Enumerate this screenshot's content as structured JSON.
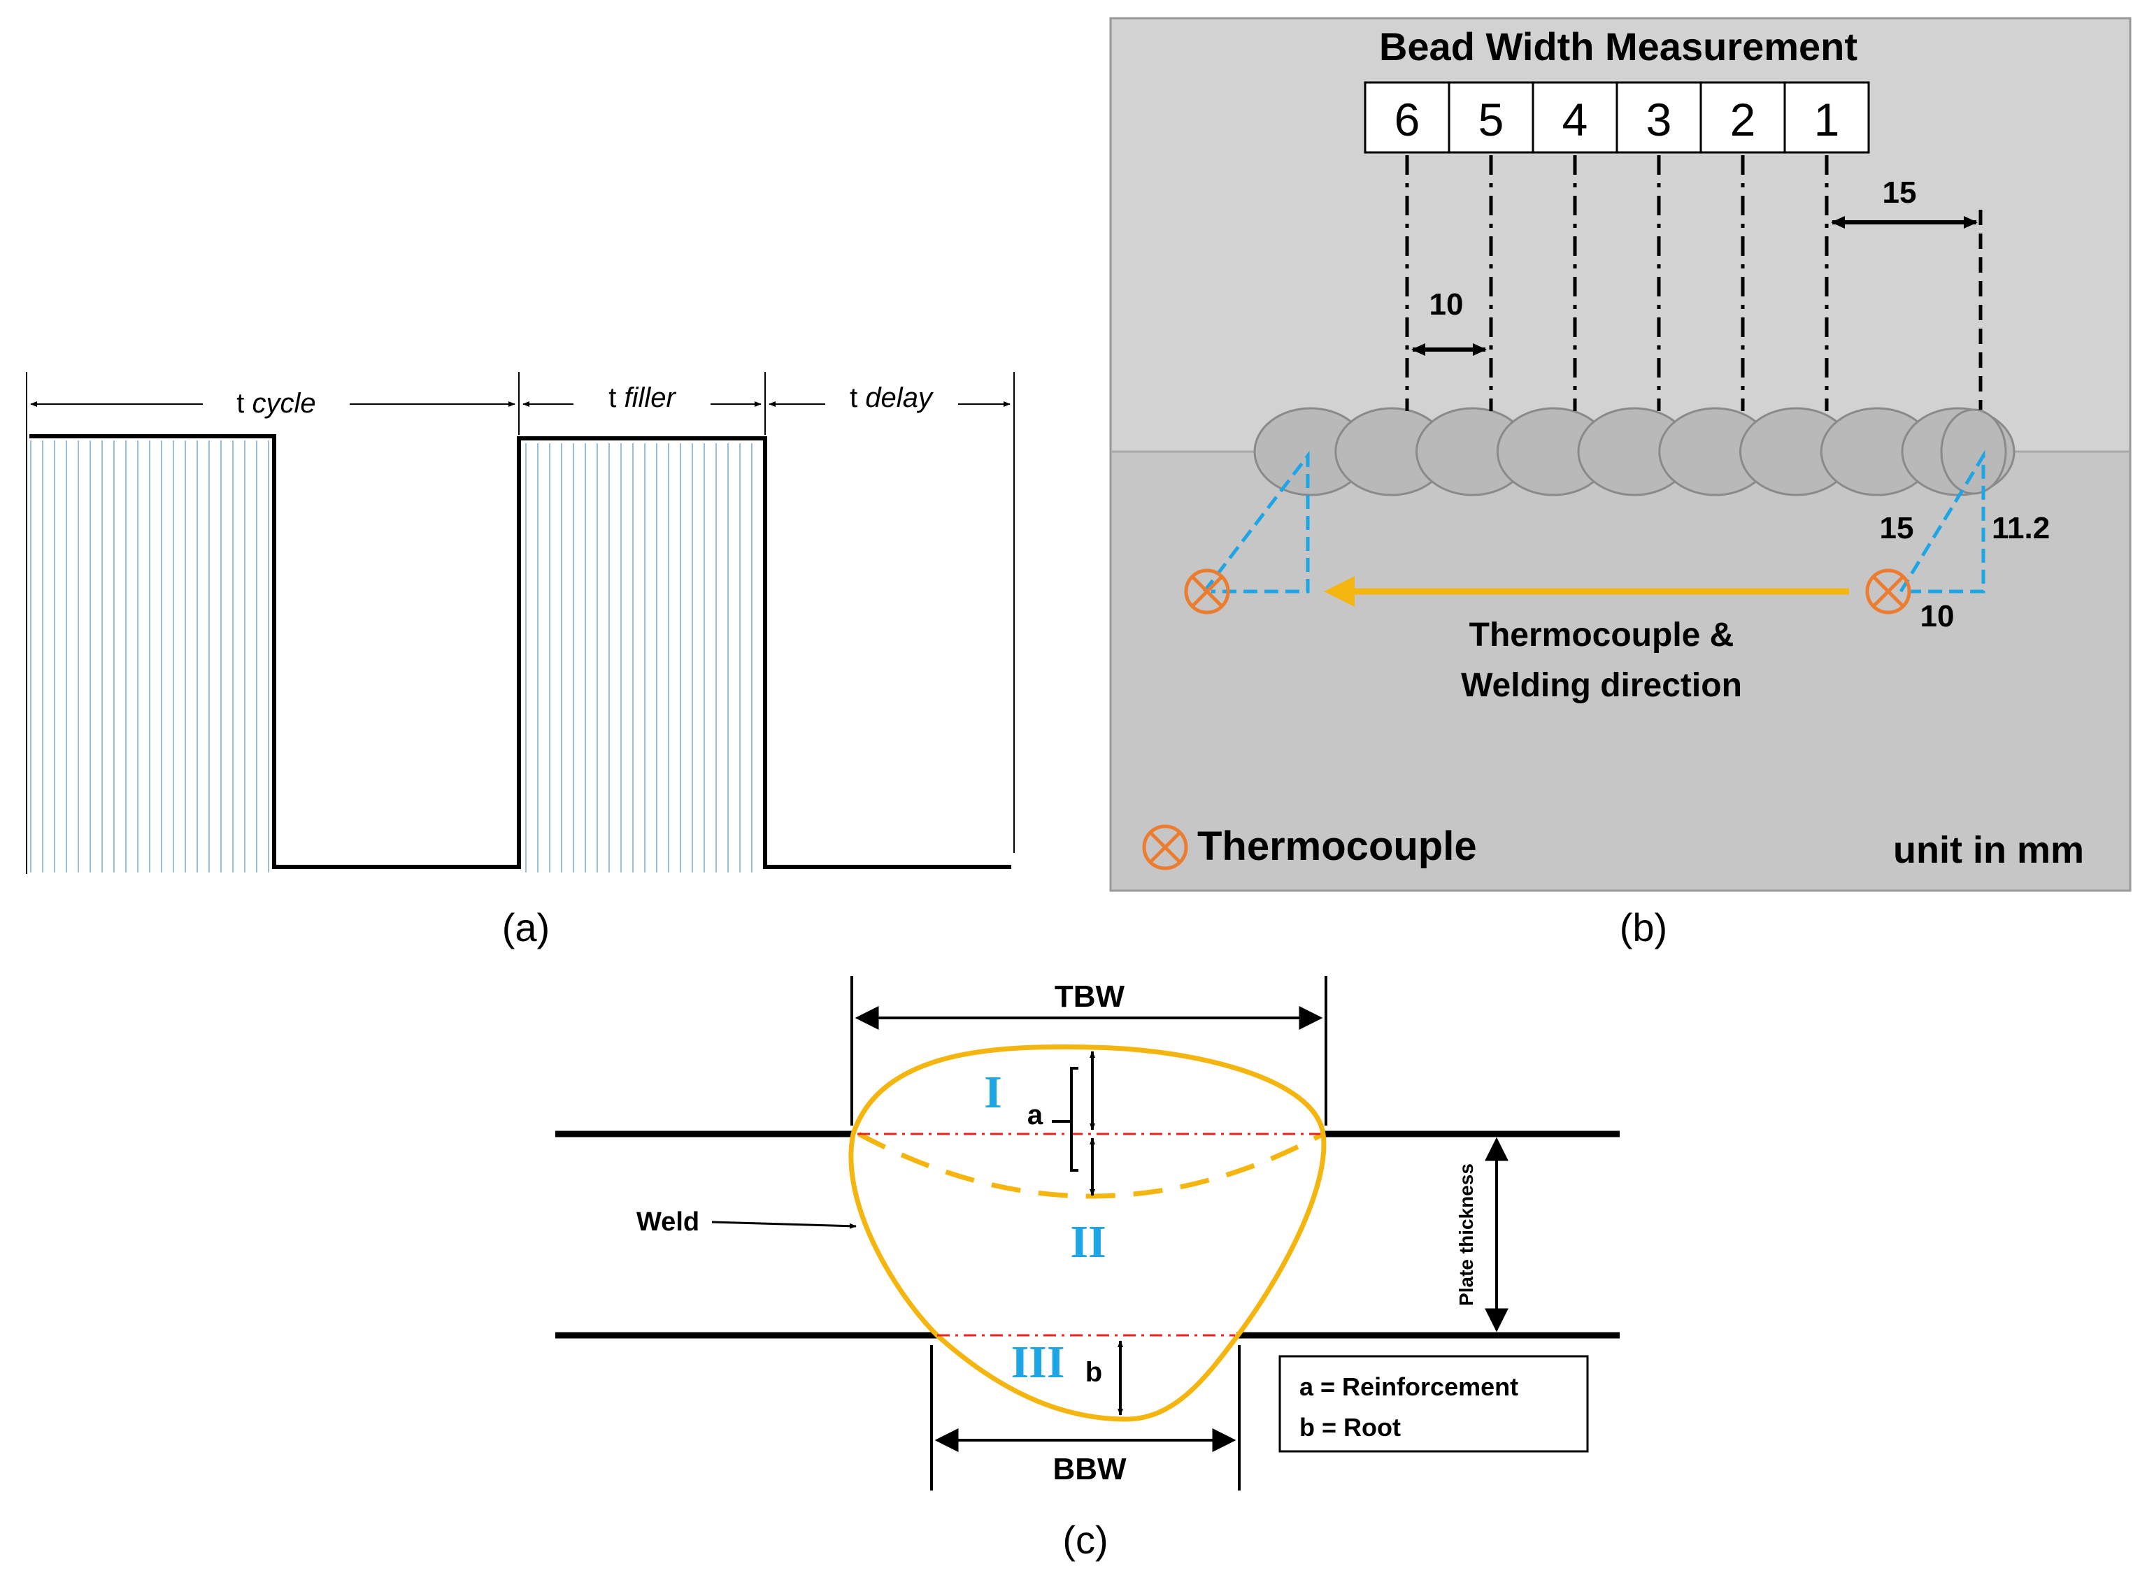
{
  "panel_a": {
    "caption": "(a)",
    "t_cycle": {
      "prefix": "t",
      "word": "cycle"
    },
    "t_filler": {
      "prefix": "t",
      "word": "filler"
    },
    "t_delay": {
      "prefix": "t",
      "word": "delay"
    },
    "hatch_color": "#9bbde0"
  },
  "panel_b": {
    "caption": "(b)",
    "title": "Bead Width Measurement",
    "positions": [
      "6",
      "5",
      "4",
      "3",
      "2",
      "1"
    ],
    "dim_spacing": "10",
    "dim_end_offset": "15",
    "dim_tc_diag": "15",
    "dim_tc_vertical": "11.2",
    "dim_tc_horizontal": "10",
    "direction_label_line1": "Thermocouple &",
    "direction_label_line2": "Welding direction",
    "legend_thermocouple": "Thermocouple",
    "unit": "unit in mm",
    "bead_count": 9,
    "colors": {
      "arrow": "#f5b50f",
      "thermocouple": "#ec7c30",
      "dashed": "#1ea5e6",
      "background": "#c6c6c6"
    }
  },
  "panel_c": {
    "caption": "(c)",
    "tbw": "TBW",
    "bbw": "BBW",
    "weld": "Weld",
    "plate_thickness": "Plate thickness",
    "zone_1": "I",
    "zone_2": "II",
    "zone_3": "III",
    "label_a": "a",
    "label_b": "b",
    "legend_a": "a = Reinforcement",
    "legend_b": "b = Root",
    "colors": {
      "weld": "#f5b50f",
      "zone_label": "#1ea5e6",
      "reference": "#e8231f"
    }
  }
}
